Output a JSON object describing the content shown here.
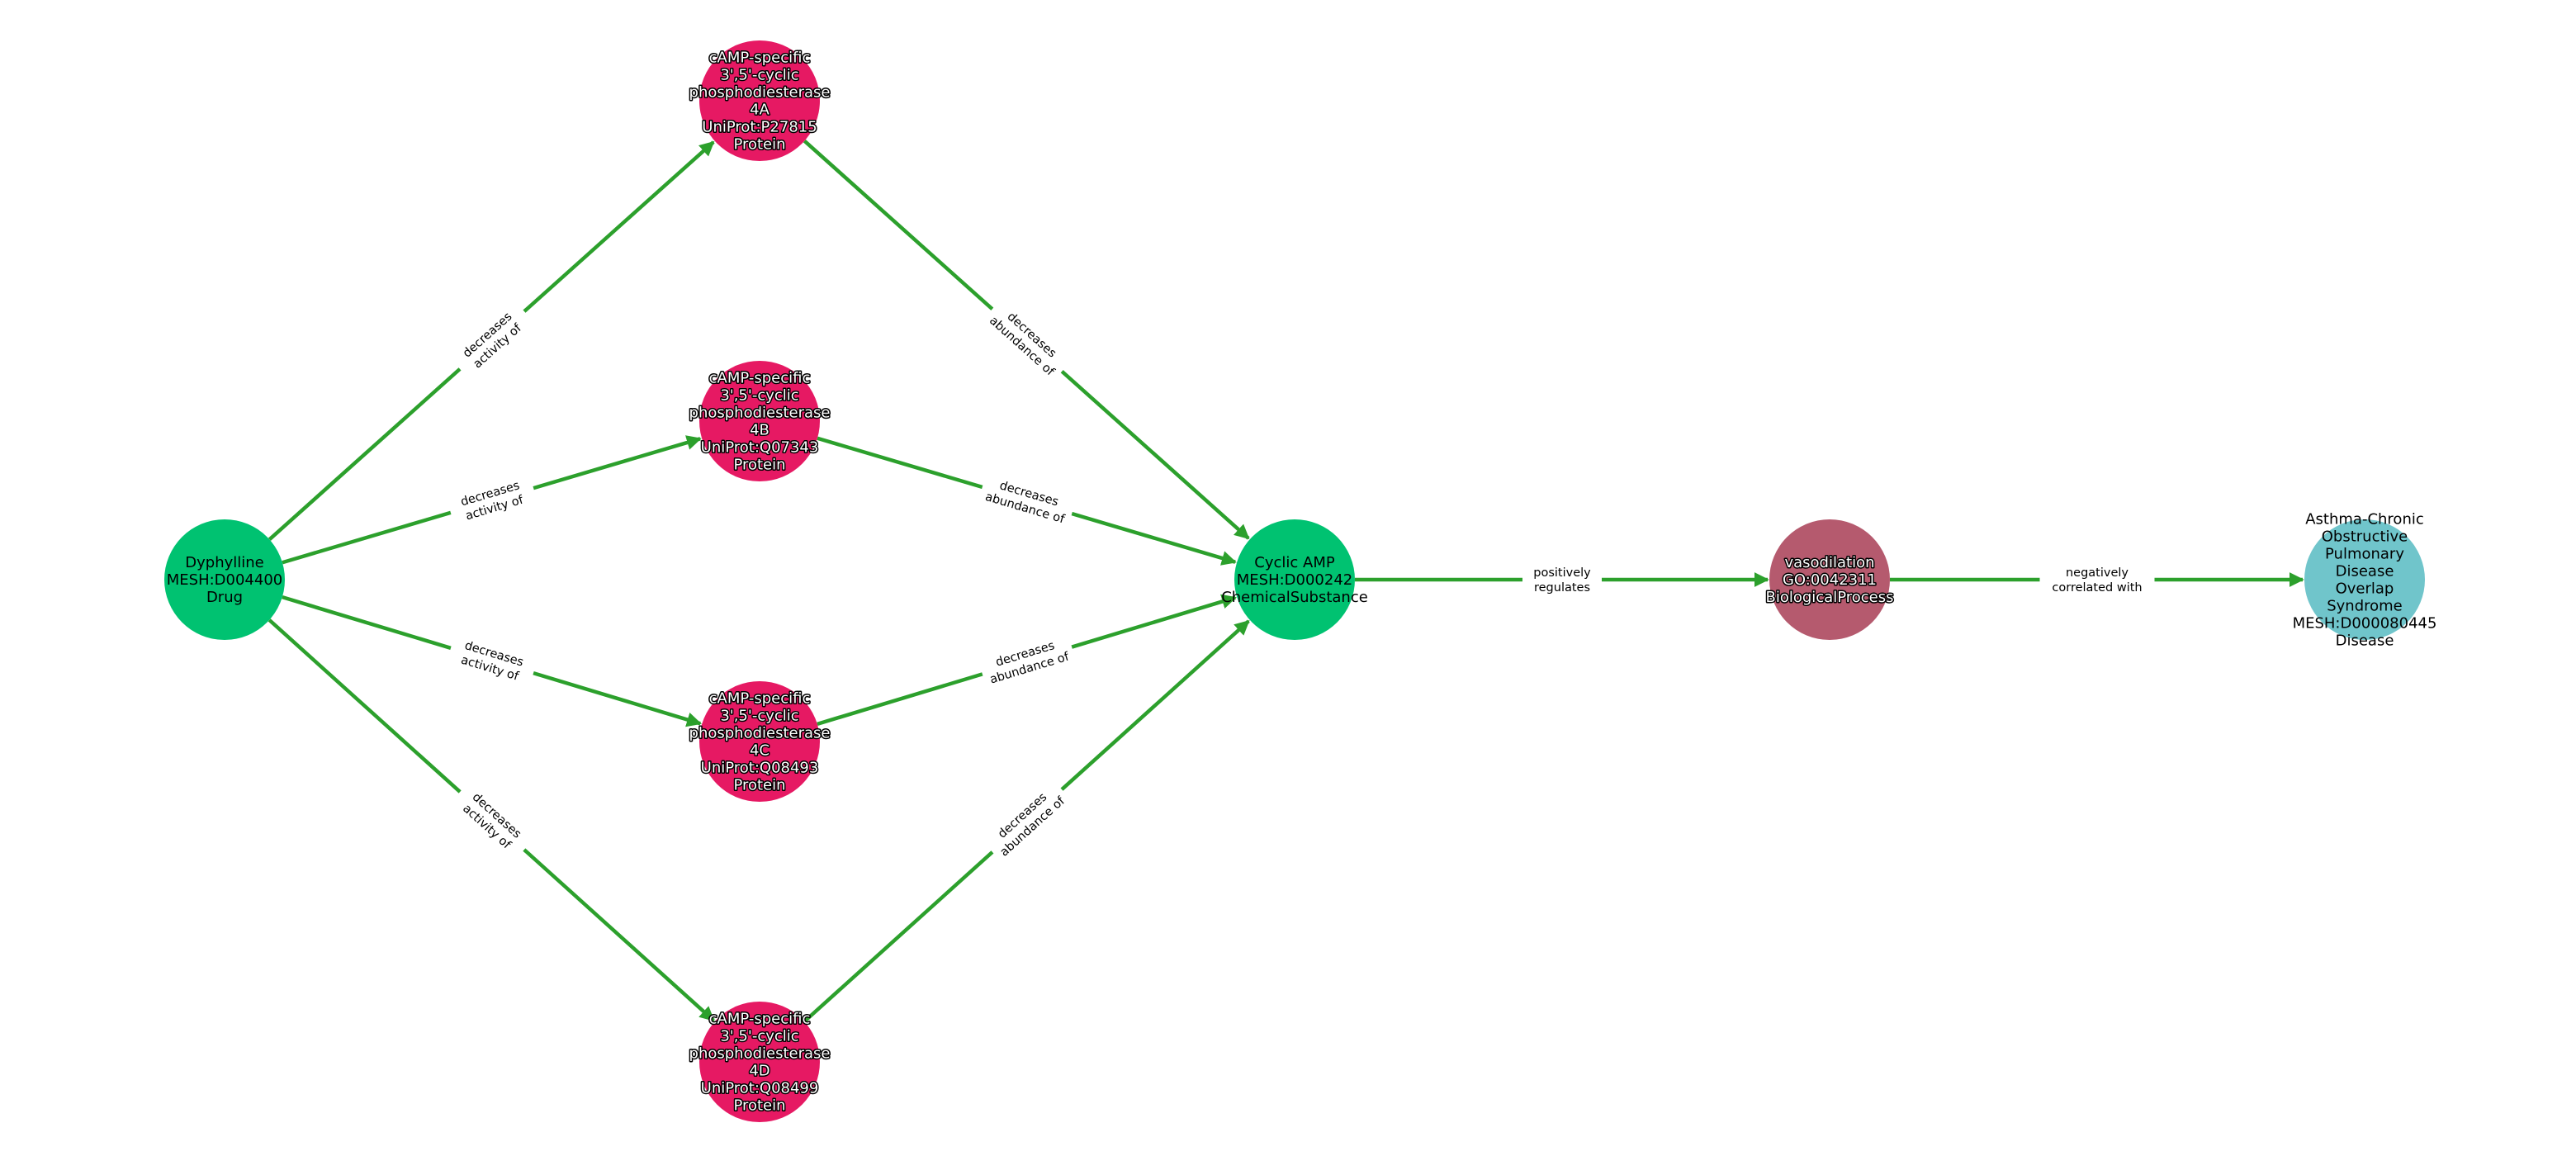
{
  "colors": {
    "edge": "#2ca02c",
    "Drug": "#00c271",
    "Protein": "#e61963",
    "ChemicalSubstance": "#00c271",
    "BiologicalProcess": "#b55a6e",
    "Disease": "#70c5cb"
  },
  "nodes": [
    {
      "id": "dyphylline",
      "lines": [
        "Dyphylline",
        "MESH:D004400",
        "Drug"
      ],
      "type": "Drug",
      "outlined": false
    },
    {
      "id": "pde4a",
      "lines": [
        "cAMP-specific",
        "3',5'-cyclic",
        "phosphodiesterase",
        "4A",
        "UniProt:P27815",
        "Protein"
      ],
      "type": "Protein",
      "outlined": true
    },
    {
      "id": "pde4b",
      "lines": [
        "cAMP-specific",
        "3',5'-cyclic",
        "phosphodiesterase",
        "4B",
        "UniProt:Q07343",
        "Protein"
      ],
      "type": "Protein",
      "outlined": true
    },
    {
      "id": "pde4c",
      "lines": [
        "cAMP-specific",
        "3',5'-cyclic",
        "phosphodiesterase",
        "4C",
        "UniProt:Q08493",
        "Protein"
      ],
      "type": "Protein",
      "outlined": true
    },
    {
      "id": "pde4d",
      "lines": [
        "cAMP-specific",
        "3',5'-cyclic",
        "phosphodiesterase",
        "4D",
        "UniProt:Q08499",
        "Protein"
      ],
      "type": "Protein",
      "outlined": true
    },
    {
      "id": "camp",
      "lines": [
        "Cyclic AMP",
        "MESH:D000242",
        "ChemicalSubstance"
      ],
      "type": "ChemicalSubstance",
      "outlined": false
    },
    {
      "id": "vasodilation",
      "lines": [
        "vasodilation",
        "GO:0042311",
        "BiologicalProcess"
      ],
      "type": "BiologicalProcess",
      "outlined": true
    },
    {
      "id": "acos",
      "lines": [
        "Asthma-Chronic",
        "Obstructive",
        "Pulmonary",
        "Disease",
        "Overlap",
        "Syndrome",
        "MESH:D000080445",
        "Disease"
      ],
      "type": "Disease",
      "outlined": false
    }
  ],
  "edges": [
    {
      "source": "dyphylline",
      "target": "pde4a",
      "lines": [
        "decreases",
        "activity of"
      ]
    },
    {
      "source": "dyphylline",
      "target": "pde4b",
      "lines": [
        "decreases",
        "activity of"
      ]
    },
    {
      "source": "dyphylline",
      "target": "pde4c",
      "lines": [
        "decreases",
        "activity of"
      ]
    },
    {
      "source": "dyphylline",
      "target": "pde4d",
      "lines": [
        "decreases",
        "activity of"
      ]
    },
    {
      "source": "pde4a",
      "target": "camp",
      "lines": [
        "decreases",
        "abundance of"
      ]
    },
    {
      "source": "pde4b",
      "target": "camp",
      "lines": [
        "decreases",
        "abundance of"
      ]
    },
    {
      "source": "pde4c",
      "target": "camp",
      "lines": [
        "decreases",
        "abundance of"
      ]
    },
    {
      "source": "pde4d",
      "target": "camp",
      "lines": [
        "decreases",
        "abundance of"
      ]
    },
    {
      "source": "camp",
      "target": "vasodilation",
      "lines": [
        "positively",
        "regulates"
      ]
    },
    {
      "source": "vasodilation",
      "target": "acos",
      "lines": [
        "negatively",
        "correlated with"
      ]
    }
  ]
}
